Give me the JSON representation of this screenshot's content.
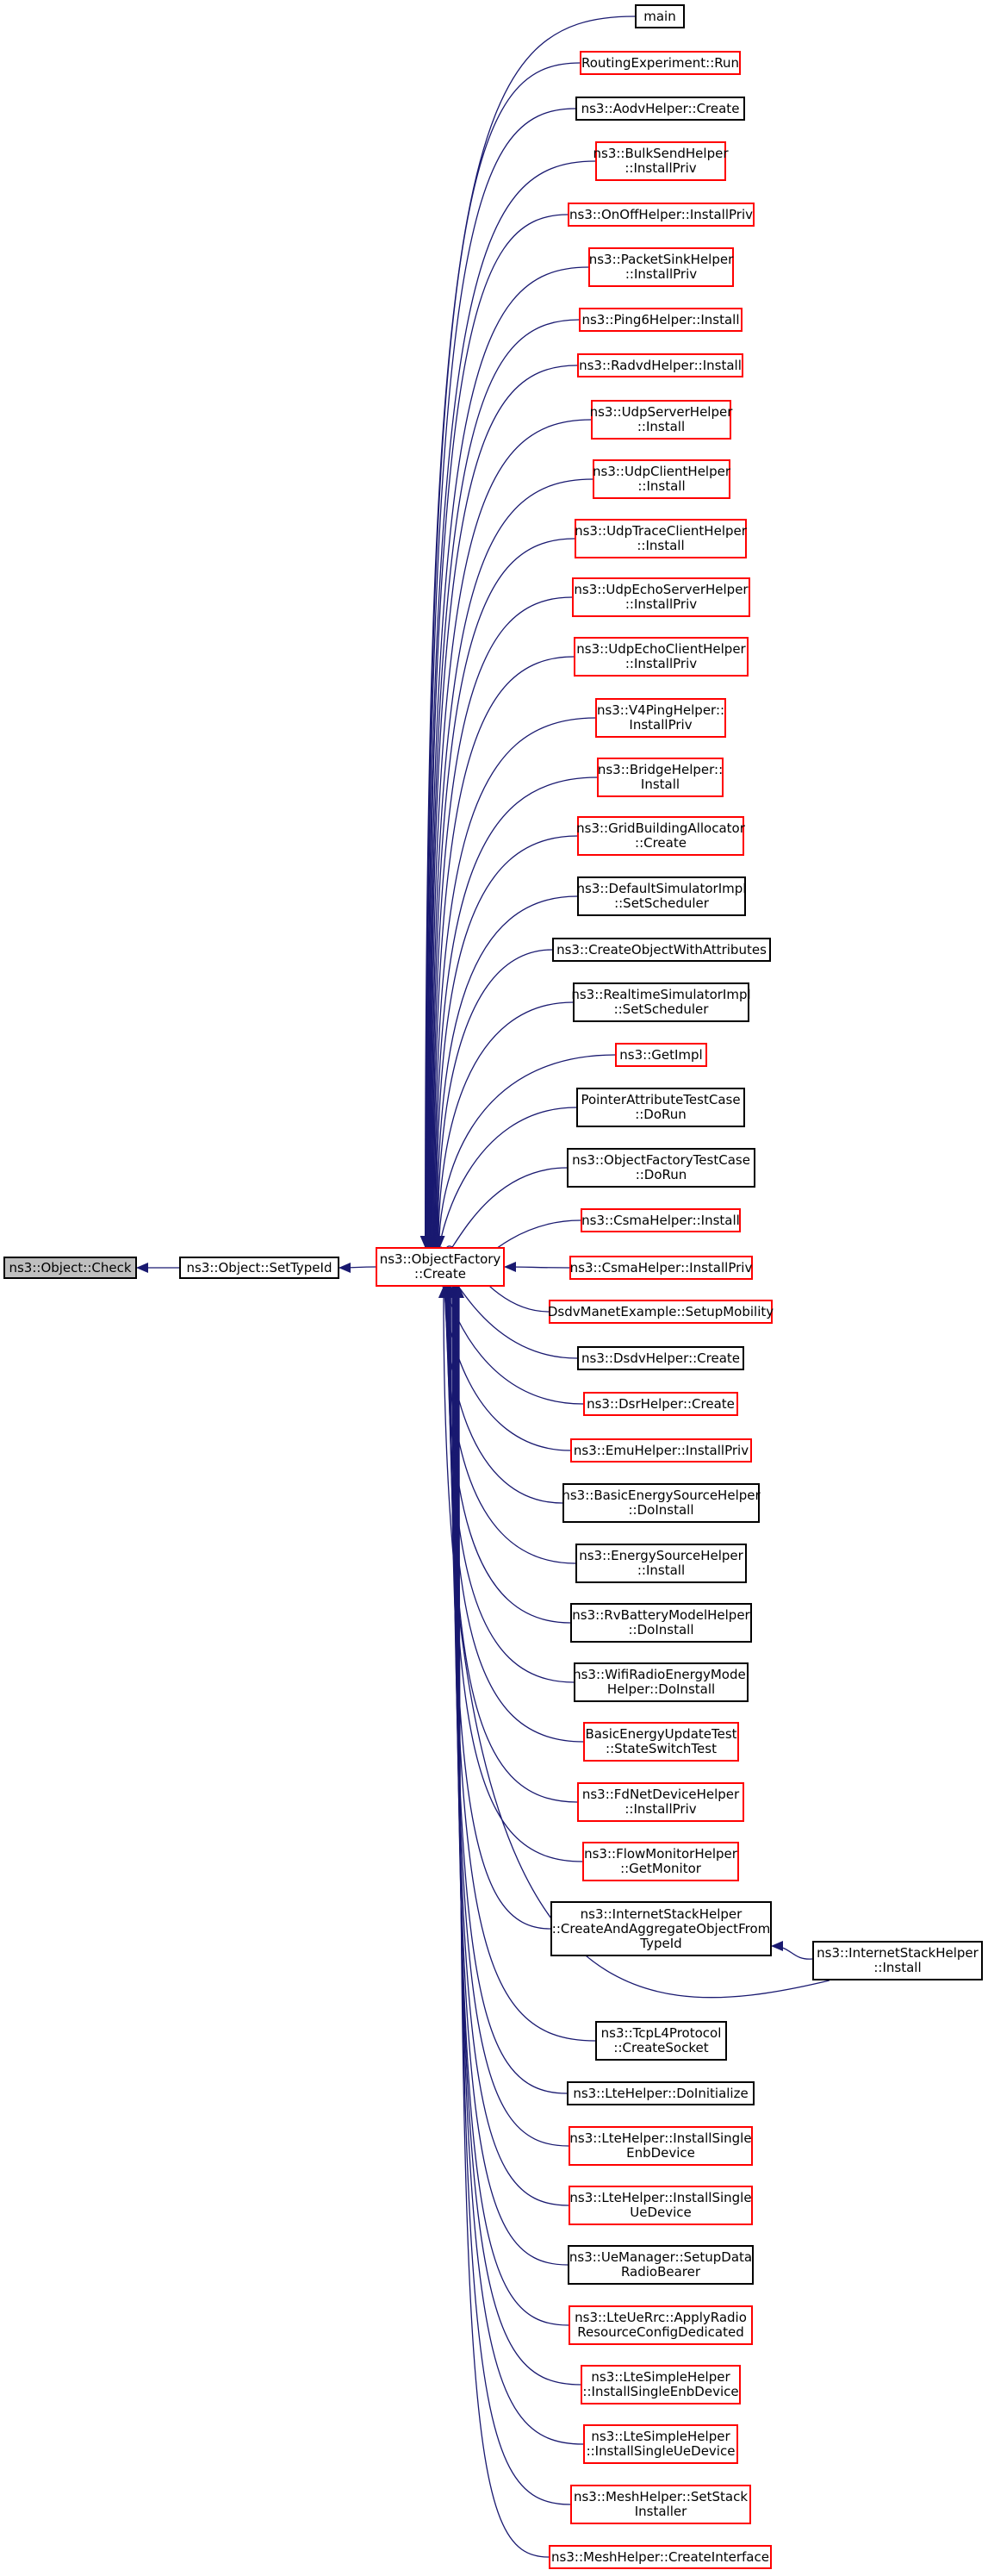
{
  "colors": {
    "edge": "#191970",
    "border_black": "#000000",
    "border_red": "#ff0000",
    "focus_fill": "#bfbfbf"
  },
  "nodes": [
    {
      "id": "check",
      "label": "ns3::Object::Check",
      "border": "black",
      "focus": true
    },
    {
      "id": "settypeid",
      "label": "ns3::Object::SetTypeId",
      "border": "black"
    },
    {
      "id": "ofcreate",
      "label": "ns3::ObjectFactory\n::Create",
      "border": "red"
    },
    {
      "id": "n0",
      "label": "main",
      "border": "black"
    },
    {
      "id": "n1",
      "label": "RoutingExperiment::Run",
      "border": "red"
    },
    {
      "id": "n2",
      "label": "ns3::AodvHelper::Create",
      "border": "black"
    },
    {
      "id": "n3",
      "label": "ns3::BulkSendHelper\n::InstallPriv",
      "border": "red"
    },
    {
      "id": "n4",
      "label": "ns3::OnOffHelper::InstallPriv",
      "border": "red"
    },
    {
      "id": "n5",
      "label": "ns3::PacketSinkHelper\n::InstallPriv",
      "border": "red"
    },
    {
      "id": "n6",
      "label": "ns3::Ping6Helper::Install",
      "border": "red"
    },
    {
      "id": "n7",
      "label": "ns3::RadvdHelper::Install",
      "border": "red"
    },
    {
      "id": "n8",
      "label": "ns3::UdpServerHelper\n::Install",
      "border": "red"
    },
    {
      "id": "n9",
      "label": "ns3::UdpClientHelper\n::Install",
      "border": "red"
    },
    {
      "id": "n10",
      "label": "ns3::UdpTraceClientHelper\n::Install",
      "border": "red"
    },
    {
      "id": "n11",
      "label": "ns3::UdpEchoServerHelper\n::InstallPriv",
      "border": "red"
    },
    {
      "id": "n12",
      "label": "ns3::UdpEchoClientHelper\n::InstallPriv",
      "border": "red"
    },
    {
      "id": "n13",
      "label": "ns3::V4PingHelper::\nInstallPriv",
      "border": "red"
    },
    {
      "id": "n14",
      "label": "ns3::BridgeHelper::\nInstall",
      "border": "red"
    },
    {
      "id": "n15",
      "label": "ns3::GridBuildingAllocator\n::Create",
      "border": "red"
    },
    {
      "id": "n16",
      "label": "ns3::DefaultSimulatorImpl\n::SetScheduler",
      "border": "black"
    },
    {
      "id": "n17",
      "label": "ns3::CreateObjectWithAttributes",
      "border": "black"
    },
    {
      "id": "n18",
      "label": "ns3::RealtimeSimulatorImpl\n::SetScheduler",
      "border": "black"
    },
    {
      "id": "n19",
      "label": "ns3::GetImpl",
      "border": "red"
    },
    {
      "id": "n20",
      "label": "PointerAttributeTestCase\n::DoRun",
      "border": "black"
    },
    {
      "id": "n21",
      "label": "ns3::ObjectFactoryTestCase\n::DoRun",
      "border": "black"
    },
    {
      "id": "n22",
      "label": "ns3::CsmaHelper::Install",
      "border": "red"
    },
    {
      "id": "n23",
      "label": "ns3::CsmaHelper::InstallPriv",
      "border": "red"
    },
    {
      "id": "n24",
      "label": "DsdvManetExample::SetupMobility",
      "border": "red"
    },
    {
      "id": "n25",
      "label": "ns3::DsdvHelper::Create",
      "border": "black"
    },
    {
      "id": "n26",
      "label": "ns3::DsrHelper::Create",
      "border": "red"
    },
    {
      "id": "n27",
      "label": "ns3::EmuHelper::InstallPriv",
      "border": "red"
    },
    {
      "id": "n28",
      "label": "ns3::BasicEnergySourceHelper\n::DoInstall",
      "border": "black"
    },
    {
      "id": "n29",
      "label": "ns3::EnergySourceHelper\n::Install",
      "border": "black"
    },
    {
      "id": "n30",
      "label": "ns3::RvBatteryModelHelper\n::DoInstall",
      "border": "black"
    },
    {
      "id": "n31",
      "label": "ns3::WifiRadioEnergyModel\nHelper::DoInstall",
      "border": "black"
    },
    {
      "id": "n32",
      "label": "BasicEnergyUpdateTest\n::StateSwitchTest",
      "border": "red"
    },
    {
      "id": "n33",
      "label": "ns3::FdNetDeviceHelper\n::InstallPriv",
      "border": "red"
    },
    {
      "id": "n34",
      "label": "ns3::FlowMonitorHelper\n::GetMonitor",
      "border": "red"
    },
    {
      "id": "n35",
      "label": "ns3::InternetStackHelper\n::CreateAndAggregateObjectFrom\nTypeId",
      "border": "black"
    },
    {
      "id": "n36",
      "label": "ns3::InternetStackHelper\n::Install",
      "border": "black"
    },
    {
      "id": "n37",
      "label": "ns3::TcpL4Protocol\n::CreateSocket",
      "border": "black"
    },
    {
      "id": "n38",
      "label": "ns3::LteHelper::DoInitialize",
      "border": "black"
    },
    {
      "id": "n39",
      "label": "ns3::LteHelper::InstallSingle\nEnbDevice",
      "border": "red"
    },
    {
      "id": "n40",
      "label": "ns3::LteHelper::InstallSingle\nUeDevice",
      "border": "red"
    },
    {
      "id": "n41",
      "label": "ns3::UeManager::SetupData\nRadioBearer",
      "border": "black"
    },
    {
      "id": "n42",
      "label": "ns3::LteUeRrc::ApplyRadio\nResourceConfigDedicated",
      "border": "red"
    },
    {
      "id": "n43",
      "label": "ns3::LteSimpleHelper\n::InstallSingleEnbDevice",
      "border": "red"
    },
    {
      "id": "n44",
      "label": "ns3::LteSimpleHelper\n::InstallSingleUeDevice",
      "border": "red"
    },
    {
      "id": "n45",
      "label": "ns3::MeshHelper::SetStack\nInstaller",
      "border": "red"
    },
    {
      "id": "n46",
      "label": "ns3::MeshHelper::CreateInterface",
      "border": "red"
    }
  ],
  "edges": [
    {
      "from": "settypeid",
      "to": "check"
    },
    {
      "from": "ofcreate",
      "to": "settypeid"
    },
    {
      "from": "n0",
      "to": "ofcreate"
    },
    {
      "from": "n1",
      "to": "ofcreate"
    },
    {
      "from": "n2",
      "to": "ofcreate"
    },
    {
      "from": "n3",
      "to": "ofcreate"
    },
    {
      "from": "n4",
      "to": "ofcreate"
    },
    {
      "from": "n5",
      "to": "ofcreate"
    },
    {
      "from": "n6",
      "to": "ofcreate"
    },
    {
      "from": "n7",
      "to": "ofcreate"
    },
    {
      "from": "n8",
      "to": "ofcreate"
    },
    {
      "from": "n9",
      "to": "ofcreate"
    },
    {
      "from": "n10",
      "to": "ofcreate"
    },
    {
      "from": "n11",
      "to": "ofcreate"
    },
    {
      "from": "n12",
      "to": "ofcreate"
    },
    {
      "from": "n13",
      "to": "ofcreate"
    },
    {
      "from": "n14",
      "to": "ofcreate"
    },
    {
      "from": "n15",
      "to": "ofcreate"
    },
    {
      "from": "n16",
      "to": "ofcreate"
    },
    {
      "from": "n17",
      "to": "ofcreate"
    },
    {
      "from": "n18",
      "to": "ofcreate"
    },
    {
      "from": "n19",
      "to": "ofcreate"
    },
    {
      "from": "n20",
      "to": "ofcreate"
    },
    {
      "from": "n21",
      "to": "ofcreate"
    },
    {
      "from": "n22",
      "to": "ofcreate"
    },
    {
      "from": "n23",
      "to": "ofcreate"
    },
    {
      "from": "n24",
      "to": "ofcreate"
    },
    {
      "from": "n25",
      "to": "ofcreate"
    },
    {
      "from": "n26",
      "to": "ofcreate"
    },
    {
      "from": "n27",
      "to": "ofcreate"
    },
    {
      "from": "n28",
      "to": "ofcreate"
    },
    {
      "from": "n29",
      "to": "ofcreate"
    },
    {
      "from": "n30",
      "to": "ofcreate"
    },
    {
      "from": "n31",
      "to": "ofcreate"
    },
    {
      "from": "n32",
      "to": "ofcreate"
    },
    {
      "from": "n33",
      "to": "ofcreate"
    },
    {
      "from": "n34",
      "to": "ofcreate"
    },
    {
      "from": "n35",
      "to": "ofcreate"
    },
    {
      "from": "n36",
      "to": "ofcreate"
    },
    {
      "from": "n36",
      "to": "n35"
    },
    {
      "from": "n37",
      "to": "ofcreate"
    },
    {
      "from": "n38",
      "to": "ofcreate"
    },
    {
      "from": "n39",
      "to": "ofcreate"
    },
    {
      "from": "n40",
      "to": "ofcreate"
    },
    {
      "from": "n41",
      "to": "ofcreate"
    },
    {
      "from": "n42",
      "to": "ofcreate"
    },
    {
      "from": "n43",
      "to": "ofcreate"
    },
    {
      "from": "n44",
      "to": "ofcreate"
    },
    {
      "from": "n45",
      "to": "ofcreate"
    },
    {
      "from": "n46",
      "to": "ofcreate"
    }
  ]
}
